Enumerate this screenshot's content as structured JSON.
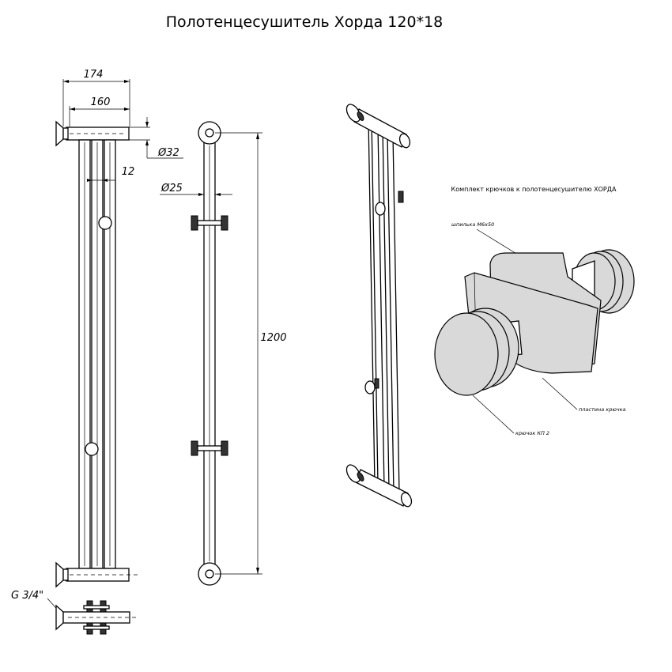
{
  "title": "Полотенцесушитель Хорда 120*18",
  "dimensions": {
    "overall_width": "174",
    "axis_width": "160",
    "tube_diameter": "Ø32",
    "gap": "12",
    "rail_diameter": "Ø25",
    "height": "1200",
    "thread": "G 3/4\""
  },
  "hook_kit": {
    "caption": "Комплект крючков к полотенцесушителю ХОРДА",
    "stud_label": "шпилька М6х50",
    "plate_label": "пластина крючка",
    "hook_label": "крючок КП 2"
  }
}
